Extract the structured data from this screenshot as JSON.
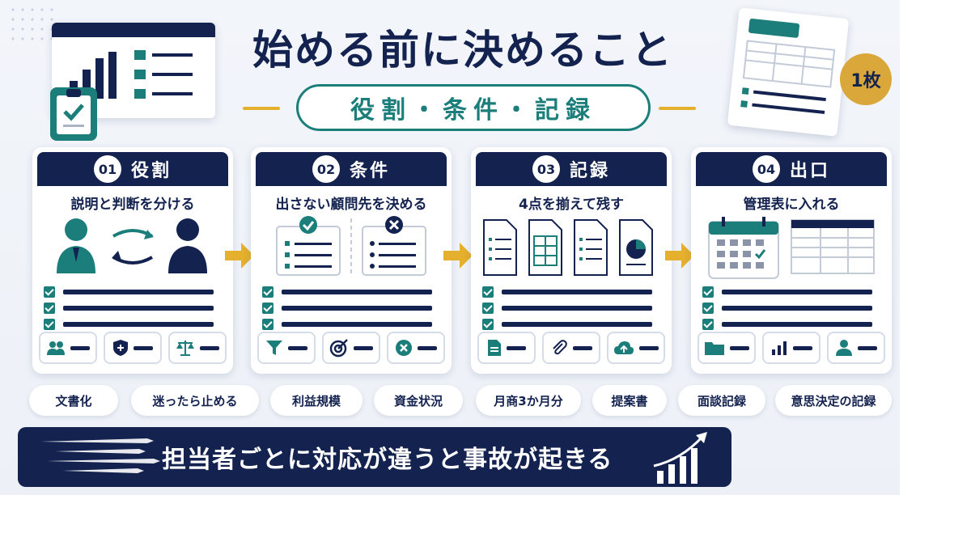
{
  "header": {
    "title": "始める前に決めること",
    "subtitle": "役割・条件・記録",
    "badge": "1枚"
  },
  "steps": [
    {
      "number": "01",
      "title": "役割",
      "subtitle": "説明と判断を分ける"
    },
    {
      "number": "02",
      "title": "条件",
      "subtitle": "出さない顧問先を決める"
    },
    {
      "number": "03",
      "title": "記録",
      "subtitle": "4点を揃えて残す"
    },
    {
      "number": "04",
      "title": "出口",
      "subtitle": "管理表に入れる"
    }
  ],
  "tags": [
    "文書化",
    "迷ったら止める",
    "利益規模",
    "資金状況",
    "月商3か月分",
    "提案書",
    "面談記録",
    "意思決定の記録"
  ],
  "footer": {
    "message": "担当者ごとに対応が違うと事故が起きる"
  },
  "colors": {
    "navy": "#13224f",
    "teal": "#1c7e7a",
    "gold": "#e5b02d",
    "background": "#eef2f8"
  }
}
